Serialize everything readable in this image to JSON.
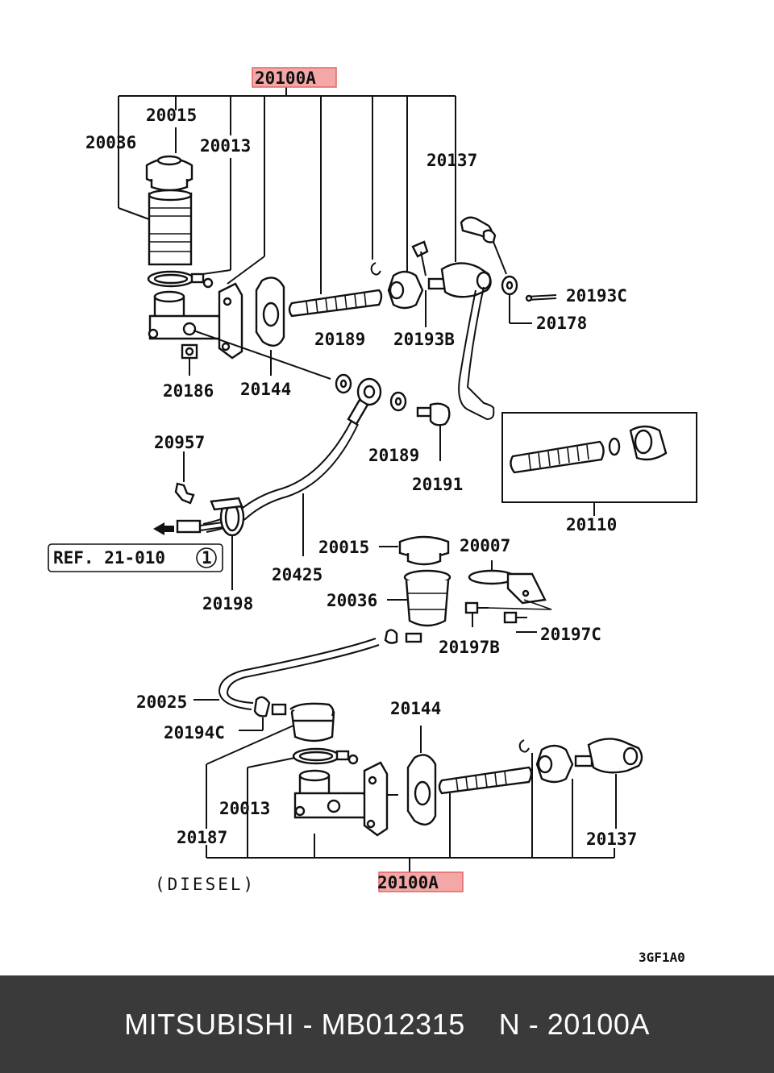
{
  "colors": {
    "footer_bg": "#3a3a3a",
    "footer_text": "#ffffff",
    "highlight": "#f4a7a7",
    "line": "#111111"
  },
  "diagram": {
    "callouts": {
      "assembly_top": "20100A",
      "assembly_bottom": "20100A",
      "c20036_a": "20036",
      "c20015_a": "20015",
      "c20013_a": "20013",
      "c20137_a": "20137",
      "c20193C": "20193C",
      "c20178": "20178",
      "c20189_a": "20189",
      "c20193B": "20193B",
      "c20186": "20186",
      "c20144_a": "20144",
      "c20957": "20957",
      "c20189_b": "20189",
      "c20191": "20191",
      "c20110": "20110",
      "c20015_b": "20015",
      "c20007": "20007",
      "c20425": "20425",
      "c20198": "20198",
      "c20036_b": "20036",
      "c20197B": "20197B",
      "c20197C": "20197C",
      "c20025": "20025",
      "c20194C": "20194C",
      "c20144_b": "20144",
      "c20013_b": "20013",
      "c20187": "20187",
      "c20137_b": "20137",
      "ref": "REF. 21-010",
      "ref_circle": "1",
      "diesel": "(DIESEL)",
      "code": "3GF1A0"
    }
  },
  "footer": {
    "text": "MITSUBISHI - MB012315    N - 20100A"
  }
}
